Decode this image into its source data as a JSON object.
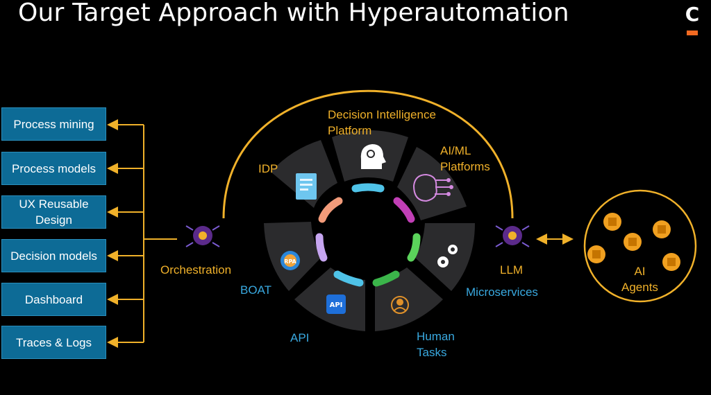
{
  "title": "Our Target Approach with Hyperautomation",
  "logo": {
    "letter": "C",
    "accent": "#f26a21"
  },
  "left_menu": [
    {
      "label": "Process mining"
    },
    {
      "label": "Process models"
    },
    {
      "label": "UX Reusable\nDesign"
    },
    {
      "label": "Decision models"
    },
    {
      "label": "Dashboard"
    },
    {
      "label": "Traces & Logs"
    }
  ],
  "hub": {
    "orchestration": "Orchestration",
    "llm": "LLM",
    "ai_agents": "AI\nAgents"
  },
  "segments": {
    "decision_intelligence": "Decision Intelligence\nPlatform",
    "aiml": "AI/ML\nPlatforms",
    "idp": "IDP",
    "boat": "BOAT",
    "api": "API",
    "human_tasks": "Human\nTasks",
    "microservices": "Microservices"
  },
  "icons": {
    "orchestration": "gear-network-icon",
    "llm": "gear-network-icon",
    "decision": "head-lightbulb-icon",
    "aiml": "brain-circuit-icon",
    "idp": "document-icon",
    "boat": "rpa-gear-icon",
    "api": "api-chip-icon",
    "human": "person-network-icon",
    "microservices": "gears-icon",
    "agents": "chip-icon"
  },
  "colors": {
    "gold": "#f0b12a",
    "blue": "#39a9e0",
    "button": "#0d6b96",
    "logo_bar": "#f26a21",
    "purple": "#9b5de5"
  }
}
